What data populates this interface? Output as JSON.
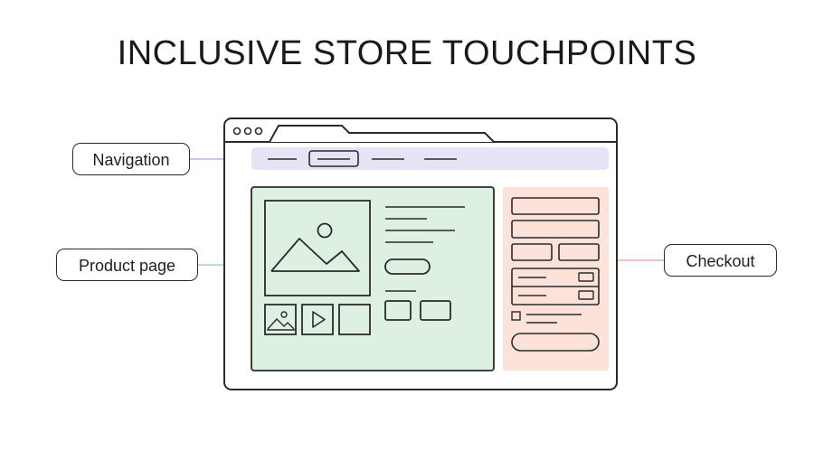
{
  "title": "INCLUSIVE STORE TOUCHPOINTS",
  "callouts": {
    "navigation": "Navigation",
    "product_page": "Product page",
    "checkout": "Checkout"
  },
  "colors": {
    "navigation_fill": "#e6e3f7",
    "product_fill": "#ddf0e1",
    "checkout_fill": "#fde2da",
    "stroke": "#2a2a2a",
    "nav_connector": "#b9b1e8",
    "product_connector": "#a9d3b4",
    "checkout_connector": "#f0b3a4"
  }
}
